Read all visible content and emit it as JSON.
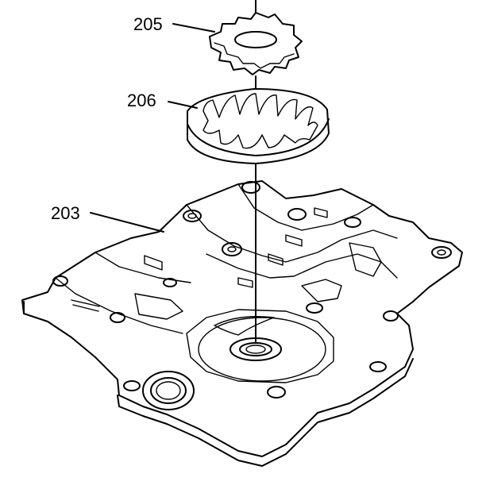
{
  "callouts": {
    "gear_inner": "205",
    "gear_outer": "206",
    "body": "203"
  }
}
